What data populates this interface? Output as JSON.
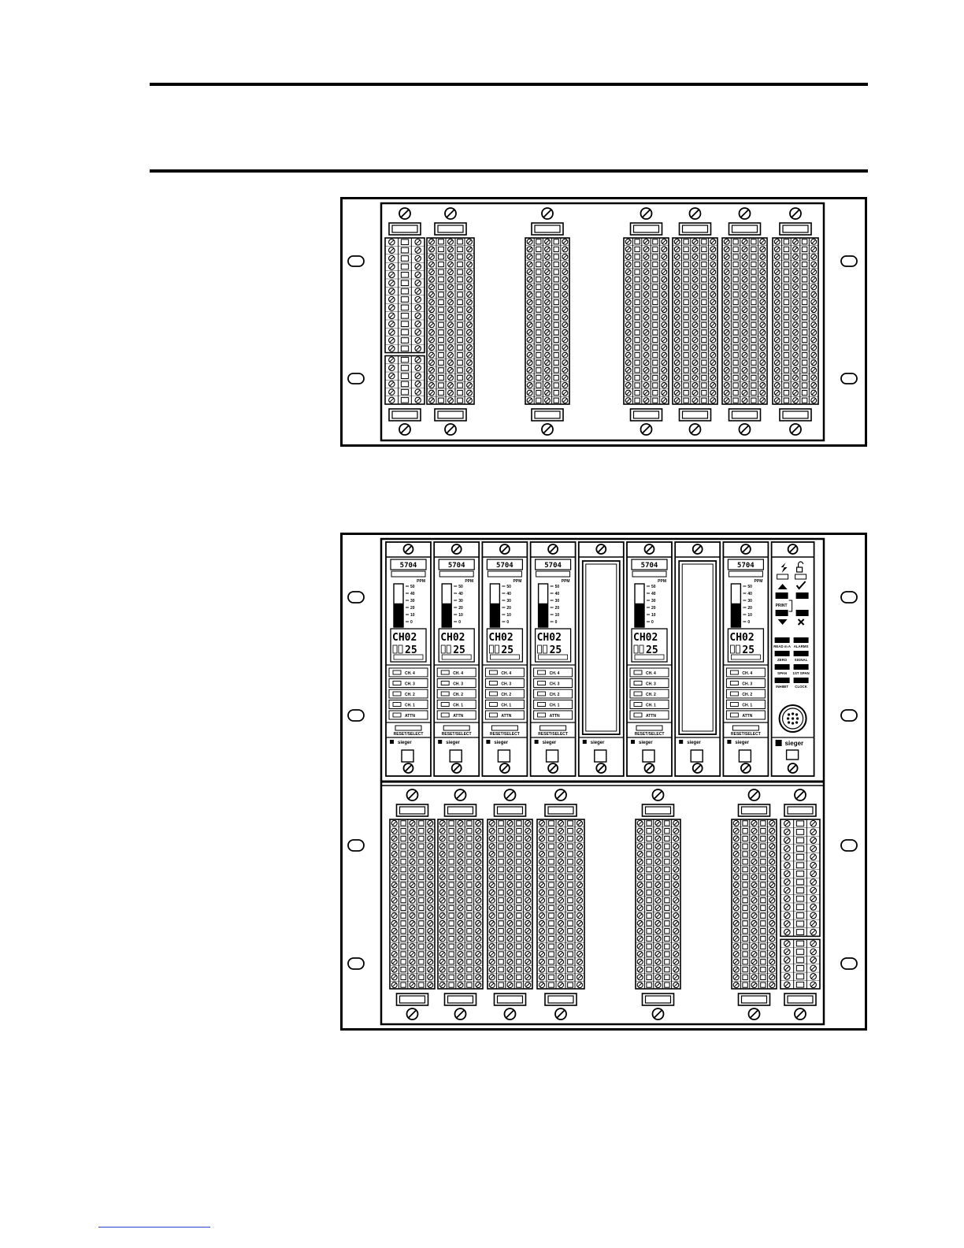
{
  "rack_bottom": {
    "modules": [
      {
        "kind": "channel",
        "model": "5704",
        "unit": "PPM",
        "scale": [
          "50",
          "40",
          "30",
          "20",
          "10",
          "0"
        ],
        "display_gas": "CH02",
        "display_value": "25",
        "buttons": [
          "CH. 4",
          "CH. 3",
          "CH. 2",
          "CH. 1",
          "ATTN"
        ],
        "select_label": "RESET/SELECT",
        "brand": "sieger"
      },
      {
        "kind": "channel",
        "model": "5704",
        "unit": "PPM",
        "scale": [
          "50",
          "40",
          "30",
          "20",
          "10",
          "0"
        ],
        "display_gas": "CH02",
        "display_value": "25",
        "buttons": [
          "CH. 4",
          "CH. 3",
          "CH. 2",
          "CH. 1",
          "ATTN"
        ],
        "select_label": "RESET/SELECT",
        "brand": "sieger"
      },
      {
        "kind": "channel",
        "model": "5704",
        "unit": "PPM",
        "scale": [
          "50",
          "40",
          "30",
          "20",
          "10",
          "0"
        ],
        "display_gas": "CH02",
        "display_value": "25",
        "buttons": [
          "CH. 4",
          "CH. 3",
          "CH. 2",
          "CH. 1",
          "ATTN"
        ],
        "select_label": "RESET/SELECT",
        "brand": "sieger"
      },
      {
        "kind": "channel",
        "model": "5704",
        "unit": "PPM",
        "scale": [
          "50",
          "40",
          "30",
          "20",
          "10",
          "0"
        ],
        "display_gas": "CH02",
        "display_value": "25",
        "buttons": [
          "CH. 4",
          "CH. 3",
          "CH. 2",
          "CH. 1",
          "ATTN"
        ],
        "select_label": "RESET/SELECT",
        "brand": "sieger"
      },
      {
        "kind": "blank",
        "brand": "sieger"
      },
      {
        "kind": "channel",
        "model": "5704",
        "unit": "PPM",
        "scale": [
          "50",
          "40",
          "30",
          "20",
          "10",
          "0"
        ],
        "display_gas": "CH02",
        "display_value": "25",
        "buttons": [
          "CH. 4",
          "CH. 3",
          "CH. 2",
          "CH. 1",
          "ATTN"
        ],
        "select_label": "RESET/SELECT",
        "brand": "sieger"
      },
      {
        "kind": "blank",
        "brand": "sieger"
      },
      {
        "kind": "channel",
        "model": "5704",
        "unit": "PPM",
        "scale": [
          "50",
          "40",
          "30",
          "20",
          "10",
          "0"
        ],
        "display_gas": "CH02",
        "display_value": "25",
        "buttons": [
          "CH. 4",
          "CH. 3",
          "CH. 2",
          "CH. 1",
          "ATTN"
        ],
        "select_label": "RESET/SELECT",
        "brand": "sieger"
      }
    ],
    "control_module": {
      "print_label": "PRINT",
      "key_labels": [
        "READ m A",
        "ALARMS",
        "ZERO",
        "SIGNAL",
        "SPAN",
        "1ST SPAN",
        "INHIBIT",
        "CLOCK"
      ],
      "brand": "sieger"
    }
  }
}
